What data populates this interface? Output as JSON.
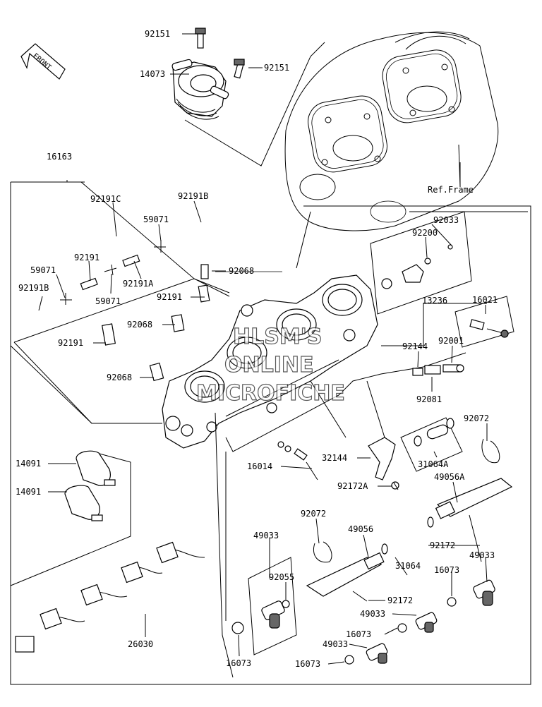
{
  "front_arrow": {
    "text": "FRONT"
  },
  "watermark": {
    "line1": "HLSM'S",
    "line2": "ONLINE",
    "line3": "MICROFICHE"
  },
  "labels": {
    "p92151_top": "92151",
    "p14073": "14073",
    "p92151_mid": "92151",
    "p16163": "16163",
    "ref_frame": "Ref.Frame",
    "p92191C": "92191C",
    "p92191B_top": "92191B",
    "p59071_top": "59071",
    "p92191_left": "92191",
    "p59071_left": "59071",
    "p92191A": "92191A",
    "p59071_bottom": "59071",
    "p92068_top": "92068",
    "p92191_mid": "92191",
    "p92191B_left": "92191B",
    "p92068_mid": "92068",
    "p92191_low": "92191",
    "p92033": "92033",
    "p92200": "92200",
    "p13236": "13236",
    "p16021": "16021",
    "p92144": "92144",
    "p92001": "92001",
    "p92081": "92081",
    "p92068_low": "92068",
    "p92072_right": "92072",
    "p32144": "32144",
    "p31064A": "31064A",
    "p16014": "16014",
    "p14091_a": "14091",
    "p14091_b": "14091",
    "p92172A": "92172A",
    "p49056A": "49056A",
    "p92072_mid": "92072",
    "p49056": "49056",
    "p49033_left": "49033",
    "p92172_right": "92172",
    "p49033_right": "49033",
    "p31064": "31064",
    "p16073_right": "16073",
    "p92055": "92055",
    "p92172_low": "92172",
    "p49033_low1": "49033",
    "p16073_low1": "16073",
    "p26030": "26030",
    "p49033_low2": "49033",
    "p16073_left": "16073",
    "p16073_low2": "16073"
  }
}
